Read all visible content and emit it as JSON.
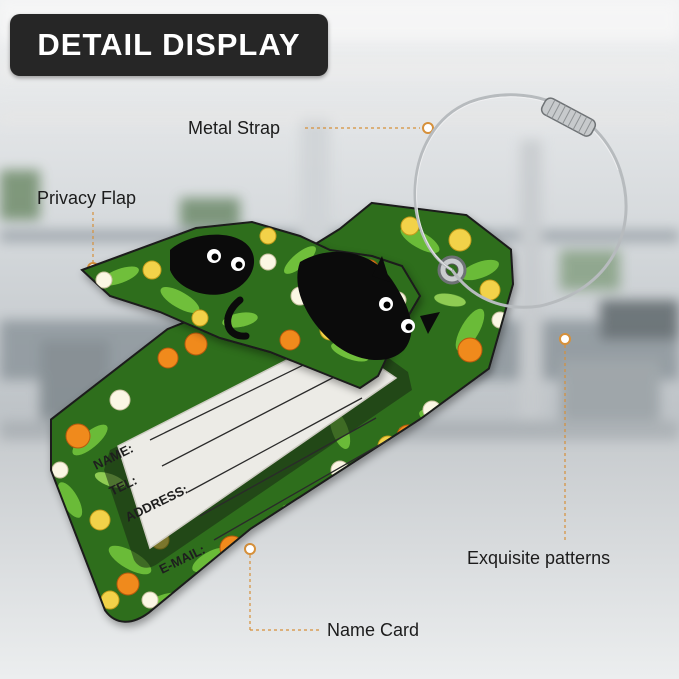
{
  "badge": {
    "title": "DETAIL DISPLAY"
  },
  "callouts": {
    "metal_strap": "Metal Strap",
    "privacy_flap": "Privacy Flap",
    "exquisite_patterns": "Exquisite patterns",
    "name_card": "Name Card"
  },
  "card": {
    "fields": [
      "NAME:",
      "TEL:",
      "ADDRESS:",
      "E-MAIL:"
    ]
  },
  "colors": {
    "badge_bg": "#262626",
    "leaf_green": "#3f8f25",
    "flower_orange": "#f08a1c",
    "flower_yellow": "#f2d24a",
    "flower_white": "#fbf7e4",
    "cat_black": "#0b0b0b",
    "leader_line": "#d6903a"
  }
}
